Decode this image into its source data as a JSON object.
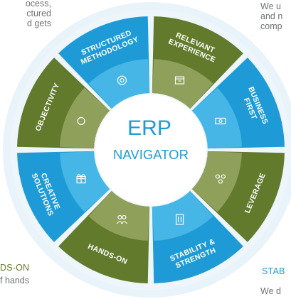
{
  "colors": {
    "blue": "#1e9bd7",
    "blue_inner": "#46b6e6",
    "green": "#627a2c",
    "green_inner": "#8fa05b",
    "ring": "#e4f1f9",
    "ring_outer": "#d7e5ef",
    "title": "#1e9bd7",
    "text": "#6f7275"
  },
  "corners": {
    "top_left_text": "ocess,\nctured\nd gets",
    "top_right_text": "We u\nand n\ncomp",
    "bottom_left_heading": "DS-ON",
    "bottom_left_text": "f hands\n",
    "bottom_right_heading": "STAB",
    "bottom_right_text": "We d"
  },
  "center": {
    "title": "ERP",
    "subtitle": "NAVIGATOR"
  },
  "segments": [
    {
      "key": "structured-methodology",
      "lines": [
        "STRUCTURED",
        "METHODOLOGY"
      ],
      "color": "blue",
      "icon": "gear-icon"
    },
    {
      "key": "relevant-experience",
      "lines": [
        "RELEVANT",
        "EXPERIENCE"
      ],
      "color": "green",
      "icon": "box-icon"
    },
    {
      "key": "business-first",
      "lines": [
        "BUSINESS",
        "FIRST"
      ],
      "color": "blue",
      "icon": "money-icon"
    },
    {
      "key": "leverage",
      "lines": [
        "LEVERAGE"
      ],
      "color": "green",
      "icon": "network-icon"
    },
    {
      "key": "stability-strength",
      "lines": [
        "STABILITY &",
        "STRENGTH"
      ],
      "color": "blue",
      "icon": "building-icon"
    },
    {
      "key": "hands-on",
      "lines": [
        "HANDS-ON"
      ],
      "color": "green",
      "icon": "people-icon"
    },
    {
      "key": "creative-solutions",
      "lines": [
        "CREATIVE",
        "SOLUTIONS"
      ],
      "color": "blue",
      "icon": "gift-icon"
    },
    {
      "key": "objectivity",
      "lines": [
        "OBJECTIVITY"
      ],
      "color": "green",
      "icon": "refresh-icon"
    }
  ]
}
